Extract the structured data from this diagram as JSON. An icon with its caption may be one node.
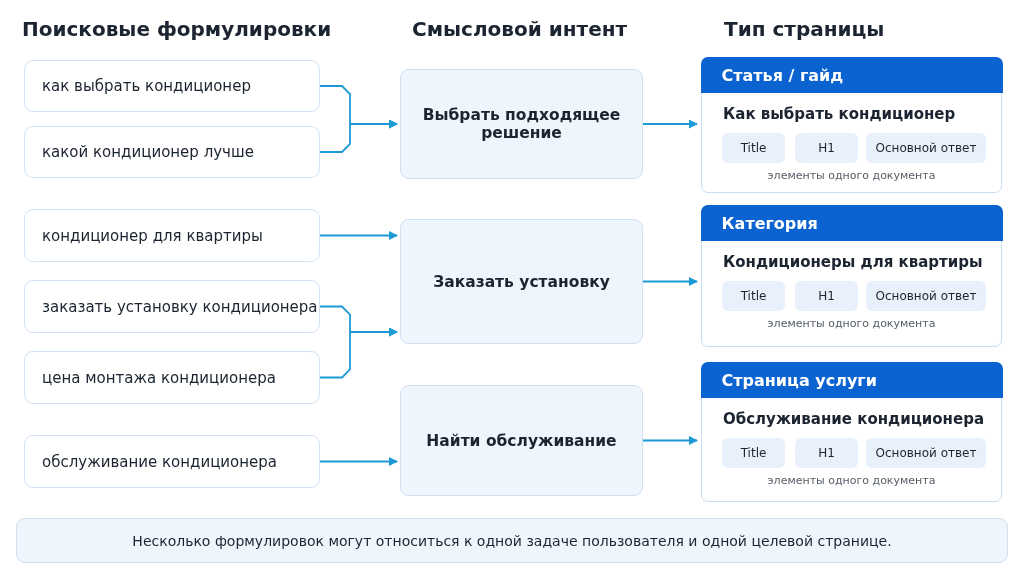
{
  "diagram": {
    "nodes": [
      {
        "text": [
          "как выбрать кондиционер"
        ]
      },
      {
        "text": [
          "какой кондиционер лучше"
        ]
      },
      {
        "text": [
          "кондиционер для квартиры"
        ]
      },
      {
        "text": [
          "заказать установку кондиционера"
        ]
      },
      {
        "text": [
          "цена монтажа кондиционера"
        ]
      },
      {
        "text": [
          "обслуживание кондиционера"
        ]
      },
      {
        "text": [
          "Выбрать подходящее решение"
        ]
      },
      {
        "text": [
          "Заказать установку"
        ]
      },
      {
        "text": [
          "Найти обслуживание"
        ]
      },
      {
        "text": [
          "Статья / гайд",
          "Как выбрать кондиционер",
          "элементы одного документа"
        ]
      },
      {
        "text": [
          "Title"
        ],
        "in": 9
      },
      {
        "text": [
          "H1"
        ],
        "in": 9
      },
      {
        "text": [
          "Основной ответ"
        ],
        "in": 9
      },
      {
        "text": [
          "Категория",
          "Кондиционеры для квартиры",
          "элементы одного документа"
        ]
      },
      {
        "text": [
          "Title"
        ],
        "in": 13
      },
      {
        "text": [
          "H1"
        ],
        "in": 13
      },
      {
        "text": [
          "Основной ответ"
        ],
        "in": 13
      },
      {
        "text": [
          "Страница услуги",
          "Обслуживание кондиционера",
          "элементы одного документа"
        ]
      },
      {
        "text": [
          "Title"
        ],
        "in": 17
      },
      {
        "text": [
          "H1"
        ],
        "in": 17
      },
      {
        "text": [
          "Основной ответ"
        ],
        "in": 17
      },
      {
        "text": [
          "Несколько формулировок могут относиться к одной задаче пользователя и одной целевой странице."
        ]
      }
    ],
    "edges": [
      {
        "from": 0,
        "to": 6,
        "arrow": "to"
      },
      {
        "from": 1,
        "to": 6,
        "arrow": "to"
      },
      {
        "from": 2,
        "to": 7,
        "arrow": "to"
      },
      {
        "from": 3,
        "to": 7,
        "arrow": "to"
      },
      {
        "from": 4,
        "to": 7,
        "arrow": "to"
      },
      {
        "from": 5,
        "to": 8,
        "arrow": "to"
      },
      {
        "from": 6,
        "to": 9,
        "arrow": "to"
      },
      {
        "from": 7,
        "to": 13,
        "arrow": "to"
      },
      {
        "from": 8,
        "to": 17,
        "arrow": "to"
      }
    ],
    "labels": [
      "Поисковые формулировки",
      "Смысловой интент",
      "Тип страницы"
    ]
  }
}
